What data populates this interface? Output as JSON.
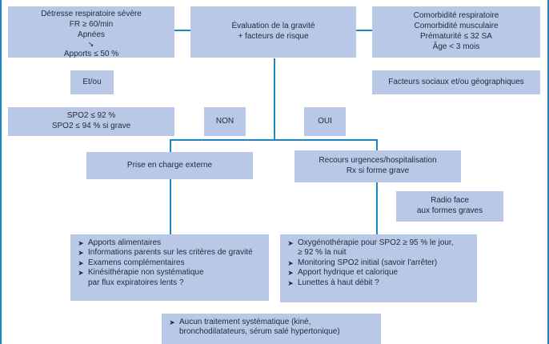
{
  "boxes": {
    "distress": {
      "lines": [
        "Détresse respiratoire sévère",
        "FR ≥ 60/min",
        "Apnées",
        "Apports ≤ 50 %"
      ],
      "last_line_marker": "arrow-down-right-icon"
    },
    "evaluation": {
      "lines": [
        "Évaluation de la gravité",
        "+ facteurs de risque"
      ]
    },
    "comorbidity": {
      "lines": [
        "Comorbidité respiratoire",
        "Comorbidité musculaire",
        "Prématurité ≤ 32 SA",
        "Âge < 3 mois"
      ]
    },
    "etou": {
      "label": "Et/ou"
    },
    "social": {
      "label": "Facteurs sociaux et/ou géographiques"
    },
    "spo2": {
      "lines": [
        "SPO2 ≤ 92 %",
        "SPO2 ≤ 94 % si grave"
      ]
    },
    "non": {
      "label": "NON"
    },
    "oui": {
      "label": "OUI"
    },
    "prise": {
      "label": "Prise en charge externe"
    },
    "recours": {
      "lines": [
        "Recours urgences/hospitalisation",
        "Rx si forme grave"
      ]
    },
    "radio": {
      "lines": [
        "Radio face",
        "aux formes graves"
      ]
    },
    "external_care": {
      "items": [
        "Apports alimentaires",
        "Informations parents sur les critères de gravité",
        "Examens complémentaires",
        "Kinésithérapie non systématique\npar flux expiratoires lents ?"
      ],
      "bullet_icon": "arrow-right-icon"
    },
    "hospital_care": {
      "items": [
        "Oxygénothérapie pour SPO2 ≥ 95 % le jour,\n≥ 92 % la nuit",
        "Monitoring SPO2 initial (savoir l'arrêter)",
        "Apport hydrique et calorique",
        "Lunettes à haut débit ?"
      ],
      "bullet_icon": "arrow-right-icon"
    },
    "no_treatment": {
      "items": [
        "Aucun traitement systématique (kiné,\nbronchodilatateurs, sérum salé hypertonique)"
      ],
      "bullet_icon": "arrow-right-icon"
    }
  },
  "colors": {
    "box_fill": "#b8c8e6",
    "connector": "#1f86c6",
    "text": "#1f2a3a"
  }
}
